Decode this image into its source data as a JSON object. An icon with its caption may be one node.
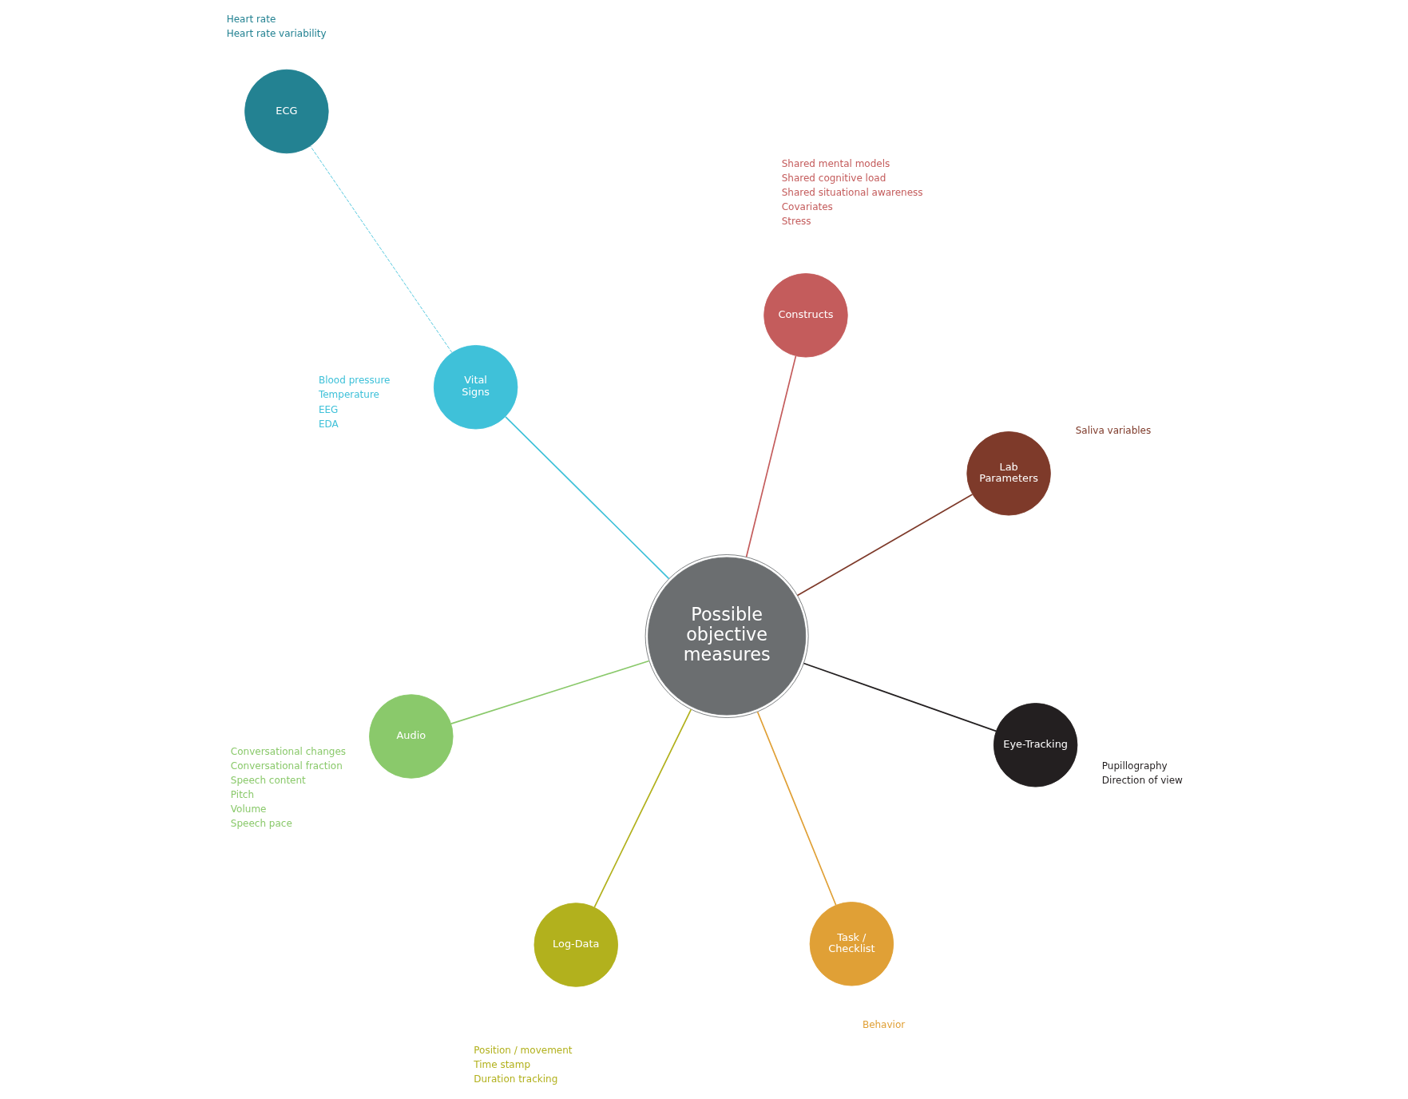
{
  "diagram": {
    "nodes": [
      {
        "text": [
          "Constructs"
        ],
        "beside": [
          "Shared mental models",
          "Shared cognitive load",
          "Shared situational awareness",
          "Covariates",
          "Stress"
        ]
      },
      {
        "text": [
          "Log-Data"
        ],
        "beside": [
          "Position / movement",
          "Time stamp",
          "Duration tracking"
        ]
      },
      {
        "text": [
          "Audio"
        ],
        "beside": [
          "Conversational changes",
          "Conversational fraction",
          "Speech content",
          "Pitch",
          "Volume",
          "Speech pace"
        ]
      },
      {
        "text": [
          "Possible objective measures"
        ]
      },
      {
        "text": [
          "Vital Signs"
        ],
        "beside": [
          "Blood pressure",
          "Temperature",
          "EEG",
          "EDA"
        ]
      },
      {
        "text": [
          "Eye-Tracking"
        ],
        "beside": [
          "Pupillography",
          "Direction of view"
        ]
      },
      {
        "text": [
          "Lab Parameters"
        ],
        "beside": [
          "Saliva variables"
        ]
      },
      {
        "text": [
          "Task / Checklist"
        ],
        "beside": [
          "Behavior"
        ]
      },
      {
        "text": [
          "ECG"
        ],
        "beside": [
          "Heart rate",
          "Heart rate variability"
        ]
      }
    ],
    "edges": [
      {
        "from": 3,
        "to": 0,
        "arrow": "none",
        "color": "#c45c5c"
      },
      {
        "from": 3,
        "to": 1,
        "arrow": "none",
        "color": "#b2b11d"
      },
      {
        "from": 3,
        "to": 2,
        "arrow": "none",
        "color": "#8ac96b"
      },
      {
        "from": 3,
        "to": 4,
        "arrow": "none",
        "color": "#3fc1d9"
      },
      {
        "from": 3,
        "to": 5,
        "arrow": "none",
        "color": "#231f20"
      },
      {
        "from": 3,
        "to": 6,
        "arrow": "none",
        "color": "#7e3a2a"
      },
      {
        "from": 3,
        "to": 7,
        "arrow": "none",
        "color": "#e0a036"
      },
      {
        "from": 4,
        "to": 8,
        "arrow": "none",
        "style": "dashed",
        "color": "#3fc1d9"
      }
    ]
  }
}
